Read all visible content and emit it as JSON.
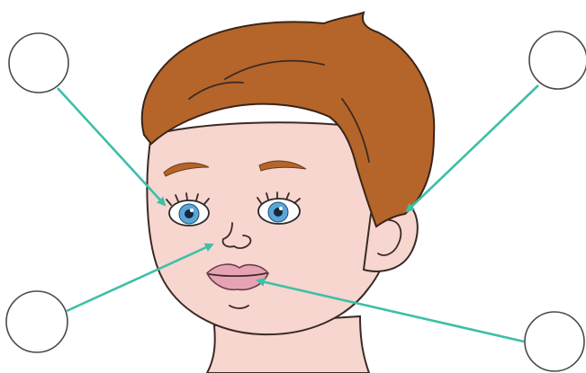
{
  "figure": {
    "colors": {
      "arrow": "#3dbfa8",
      "hair": "#b5652a",
      "skin": "#f6d6cf",
      "iris": "#5aa6d8",
      "lips": "#e7a3b4"
    },
    "answer_circles": [
      {
        "id": "top-left",
        "text": "",
        "points_to": "eye"
      },
      {
        "id": "top-right",
        "text": "",
        "points_to": "ear"
      },
      {
        "id": "bottom-left",
        "text": "",
        "points_to": "nose"
      },
      {
        "id": "bottom-right",
        "text": "",
        "points_to": "mouth"
      }
    ]
  }
}
